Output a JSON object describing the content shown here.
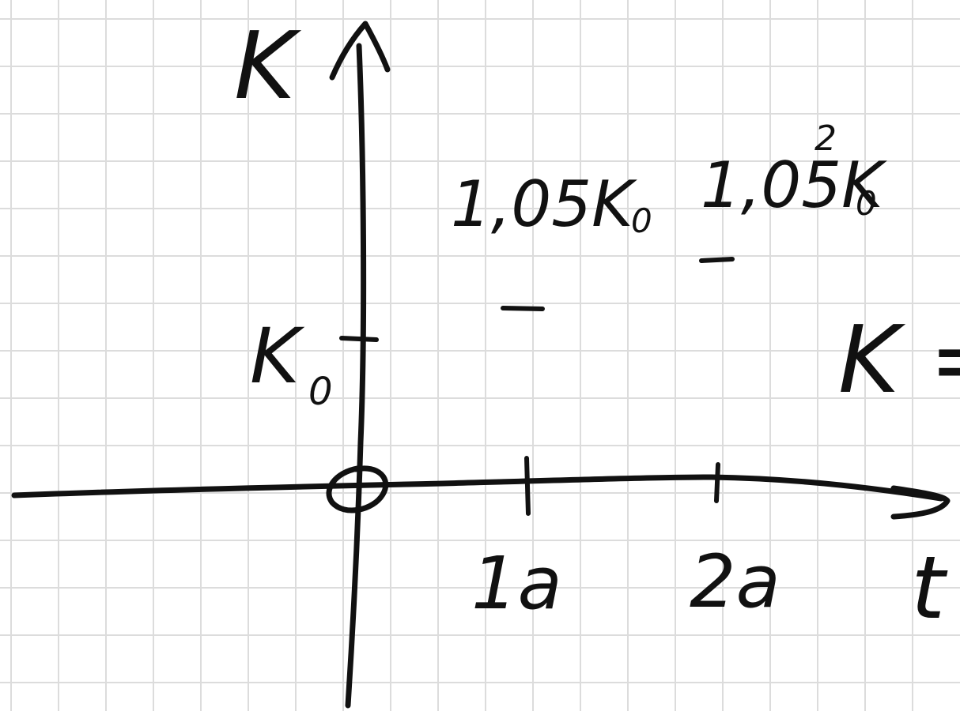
{
  "colors": {
    "paper": "#ffffff",
    "grid": "#dcdcdc",
    "ink": "#111111"
  },
  "labels": {
    "y_axis": "K",
    "x_axis": "t",
    "k0_tick": "K",
    "k0_sub": "0",
    "value_1": "1,05K",
    "value_1_sub": "0",
    "value_2": "1,05K",
    "value_2_sub": "0",
    "value_2_exp": "2",
    "tick_1": "1a",
    "tick_2": "2a",
    "right_edge": "K ="
  }
}
